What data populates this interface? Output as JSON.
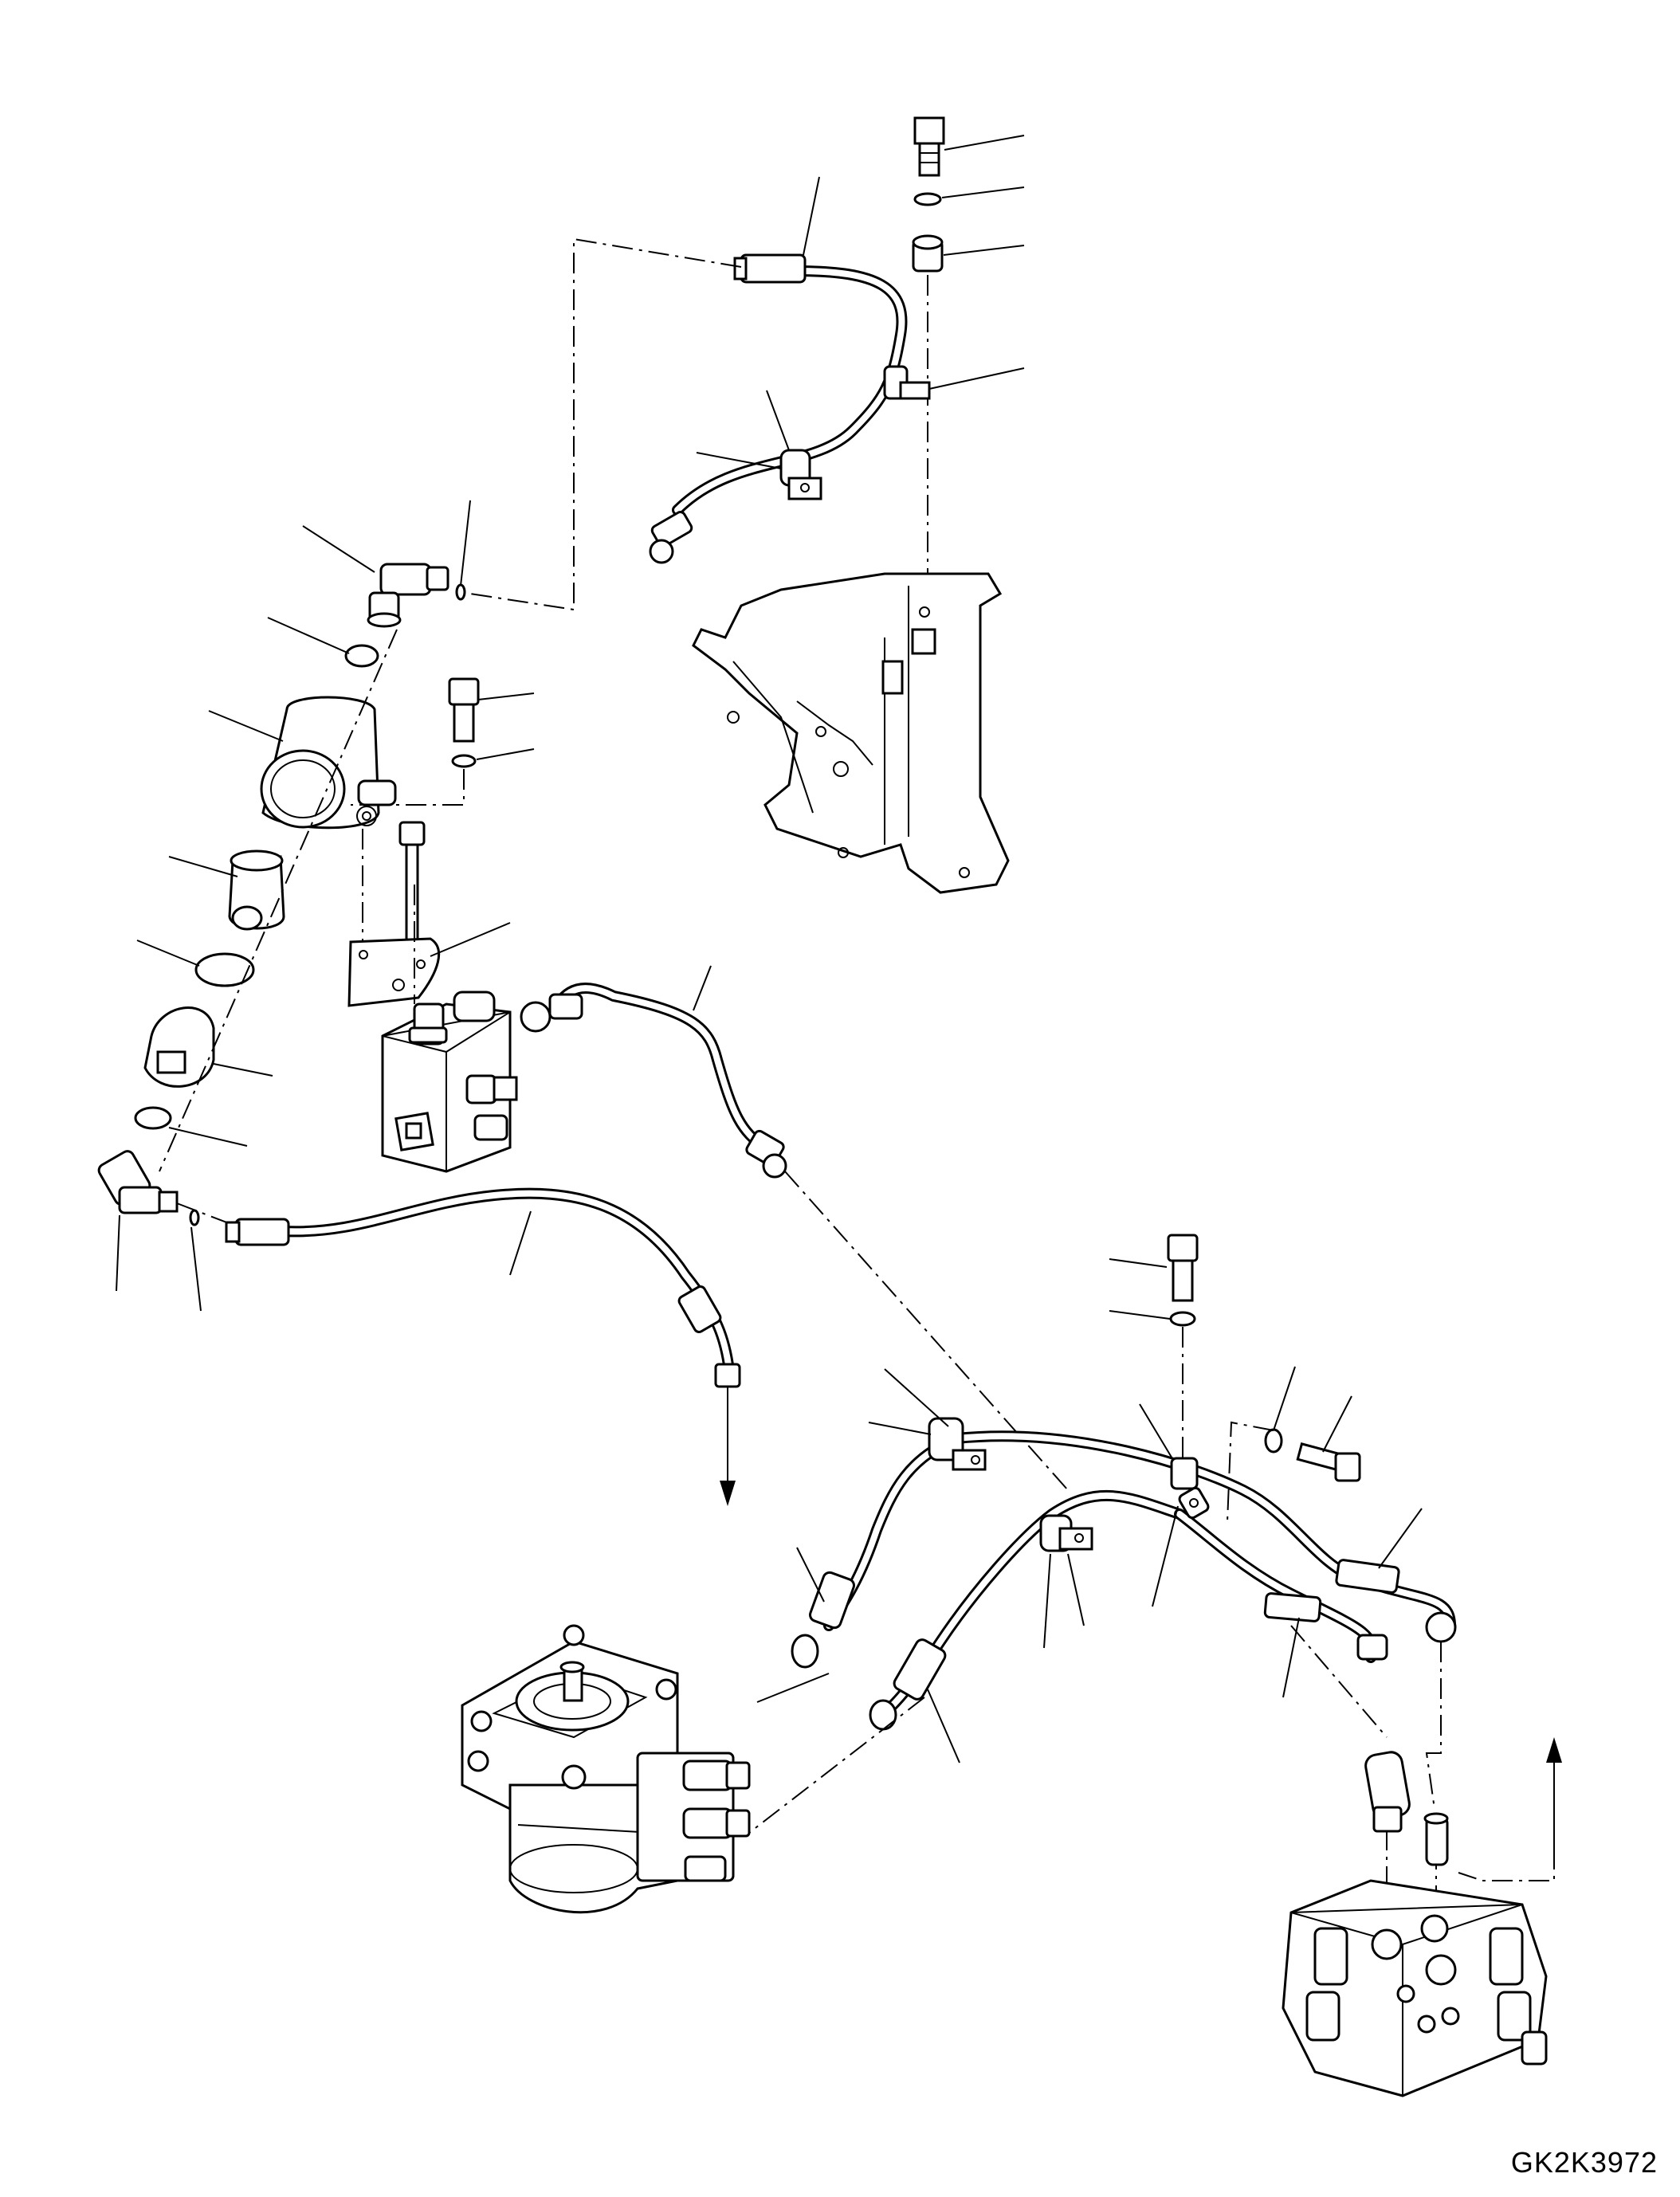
{
  "drawing": {
    "code": "GK2K3972"
  },
  "parts": {
    "upper_hose": "hose",
    "bolts": "bolt",
    "washers": "washer",
    "spacer": "spacer",
    "clamps": "clamp",
    "bracket": "bracket",
    "elbows": "elbow-fitting",
    "o_rings": "o-ring",
    "filter_head": "filter-head",
    "filter_element": "filter-element",
    "filter_cap": "filter-cap",
    "valve_block": "valve-block",
    "pump": "hydraulic-pump",
    "control_valve": "control-valve"
  }
}
